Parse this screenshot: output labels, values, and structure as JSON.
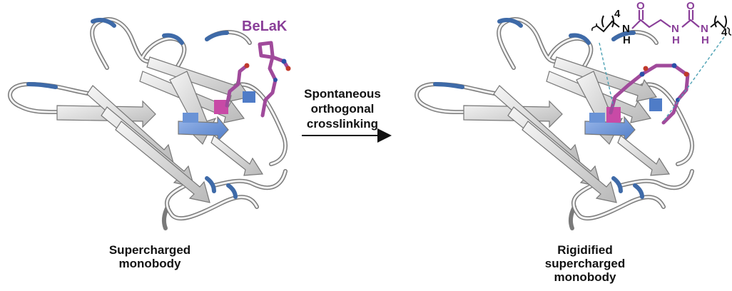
{
  "labels": {
    "reagent": "BeLaK",
    "reaction": "Spontaneous\northogonal\ncrosslinking",
    "start_protein": "Supercharged\nmonobody",
    "product_protein": "Rigidified\nsupercharged\nmonobody"
  },
  "chemistry": {
    "atom_N": "N",
    "atom_H": "H",
    "atom_O": "O",
    "repeat_count": "4"
  },
  "colors": {
    "belak": "#8a3f99",
    "ribbon": "#d6d6d6",
    "charge_blue": "#3e6aa8",
    "sheet_blue": "#6a93d6",
    "crosslink_magenta": "#c84aa6",
    "dashed_guide": "#4aa0b3"
  }
}
